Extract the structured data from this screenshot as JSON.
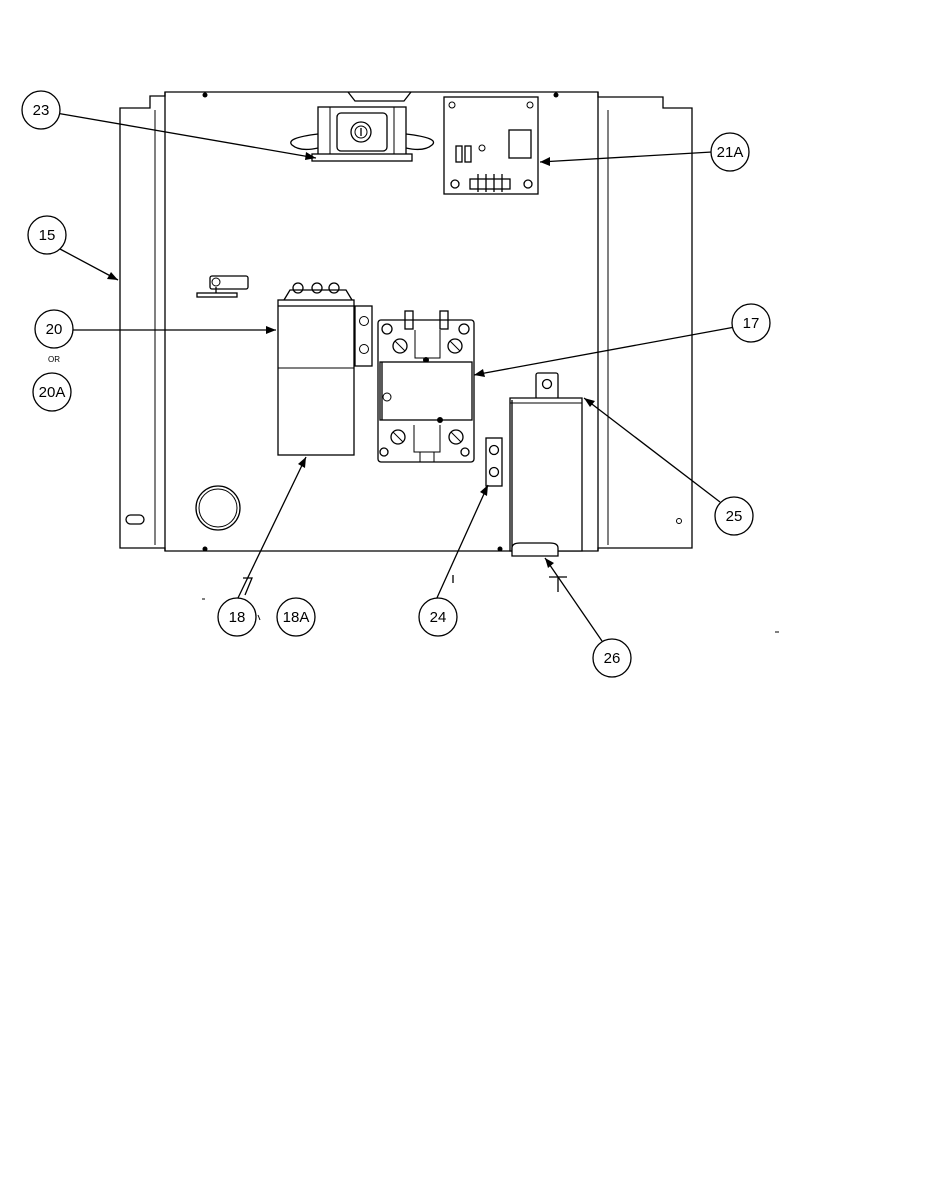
{
  "callouts": {
    "c23": "23",
    "c21a": "21A",
    "c15": "15",
    "c20": "20",
    "or": "OR",
    "c20a": "20A",
    "c17": "17",
    "c25": "25",
    "c18": "18",
    "c18a": "18A",
    "c24": "24",
    "c26": "26"
  },
  "colors": {
    "line": "#000000",
    "background": "#ffffff"
  }
}
